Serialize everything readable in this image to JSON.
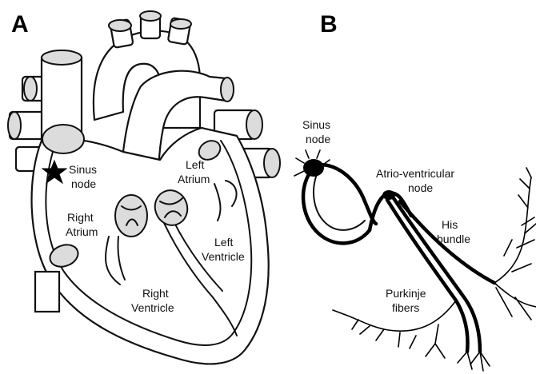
{
  "panels": {
    "a": {
      "letter": "A"
    },
    "b": {
      "letter": "B"
    }
  },
  "heart_labels": {
    "sinus_node": [
      "Sinus",
      "node"
    ],
    "right_atrium": [
      "Right",
      "Atrium"
    ],
    "left_atrium": [
      "Left",
      "Atrium"
    ],
    "left_ventricle": [
      "Left",
      "Ventricle"
    ],
    "right_ventricle": [
      "Right",
      "Ventricle"
    ]
  },
  "conduction_labels": {
    "sinus_node": [
      "Sinus",
      "node"
    ],
    "av_node": [
      "Atrio-ventricular",
      "node"
    ],
    "his_bundle": [
      "His",
      "bundle"
    ],
    "purkinje_fibers": [
      "Purkinje",
      "fibers"
    ]
  },
  "colors": {
    "line": "#111111",
    "fill_gray": "#dcdcdc",
    "background": "#ffffff"
  },
  "icons": {
    "sinus_marker": "star-icon"
  }
}
